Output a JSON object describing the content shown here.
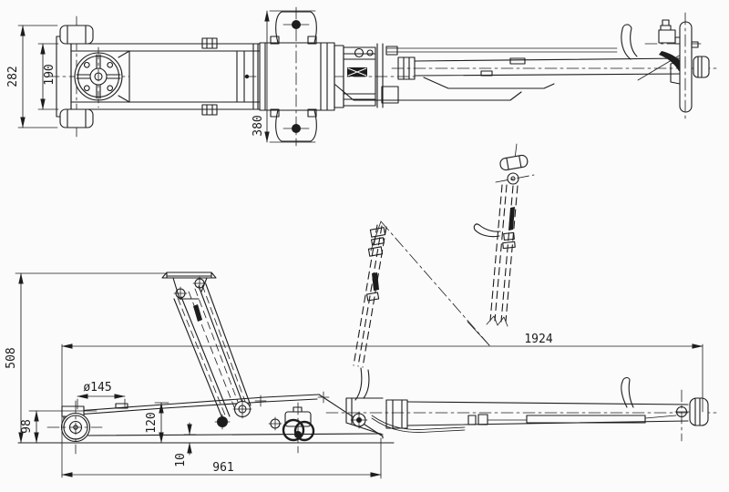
{
  "colors": {
    "line": "#1d1d1d",
    "background": "#fbfbfb"
  },
  "dims": {
    "top_view": {
      "overall_width": "282",
      "frame_width": "190",
      "caster_span": "380"
    },
    "side_view": {
      "max_height": "508",
      "front_height": "98",
      "wheel_diameter": "ø145",
      "mid_height": "120",
      "ground_clearance": "10",
      "chassis_length": "961",
      "overall_length": "1924"
    }
  }
}
